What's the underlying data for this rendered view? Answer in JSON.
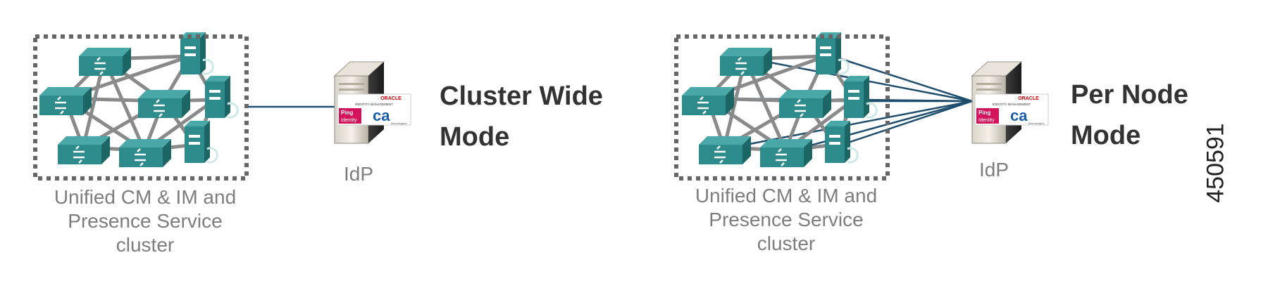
{
  "figure_id": "450591",
  "colors": {
    "node": "#2e8b8b",
    "node_dark": "#1c6666",
    "mesh": "#8a8a8a",
    "link": "#1f4e6e",
    "frame": "#666666",
    "caption": "#7d7d7d"
  },
  "icons": {
    "node": "cluster-node-icon",
    "server": "idp-server-icon",
    "logos": "identity-vendor-logos-icon"
  },
  "panels": [
    {
      "id": "cluster-wide",
      "cluster_caption": [
        "Unified CM & IM  and",
        "Presence Service",
        "cluster"
      ],
      "idp_label": "IdP",
      "mode_label": [
        "Cluster Wide",
        "Mode"
      ],
      "links_to_idp": "single",
      "logo_texts": {
        "oracle": "ORACLE",
        "identity_management": "IDENTITY MANAGEMENT",
        "ping": "Ping",
        "identity": "Identity",
        "ca": "ca",
        "ca_sub": "technologies"
      }
    },
    {
      "id": "per-node",
      "cluster_caption": [
        "Unified CM & IM  and",
        "Presence Service",
        "cluster"
      ],
      "idp_label": "IdP",
      "mode_label": [
        "Per Node",
        "Mode"
      ],
      "links_to_idp": "per-node",
      "logo_texts": {
        "oracle": "ORACLE",
        "identity_management": "IDENTITY MANAGEMENT",
        "ping": "Ping",
        "identity": "Identity",
        "ca": "ca",
        "ca_sub": "technologies"
      }
    }
  ]
}
